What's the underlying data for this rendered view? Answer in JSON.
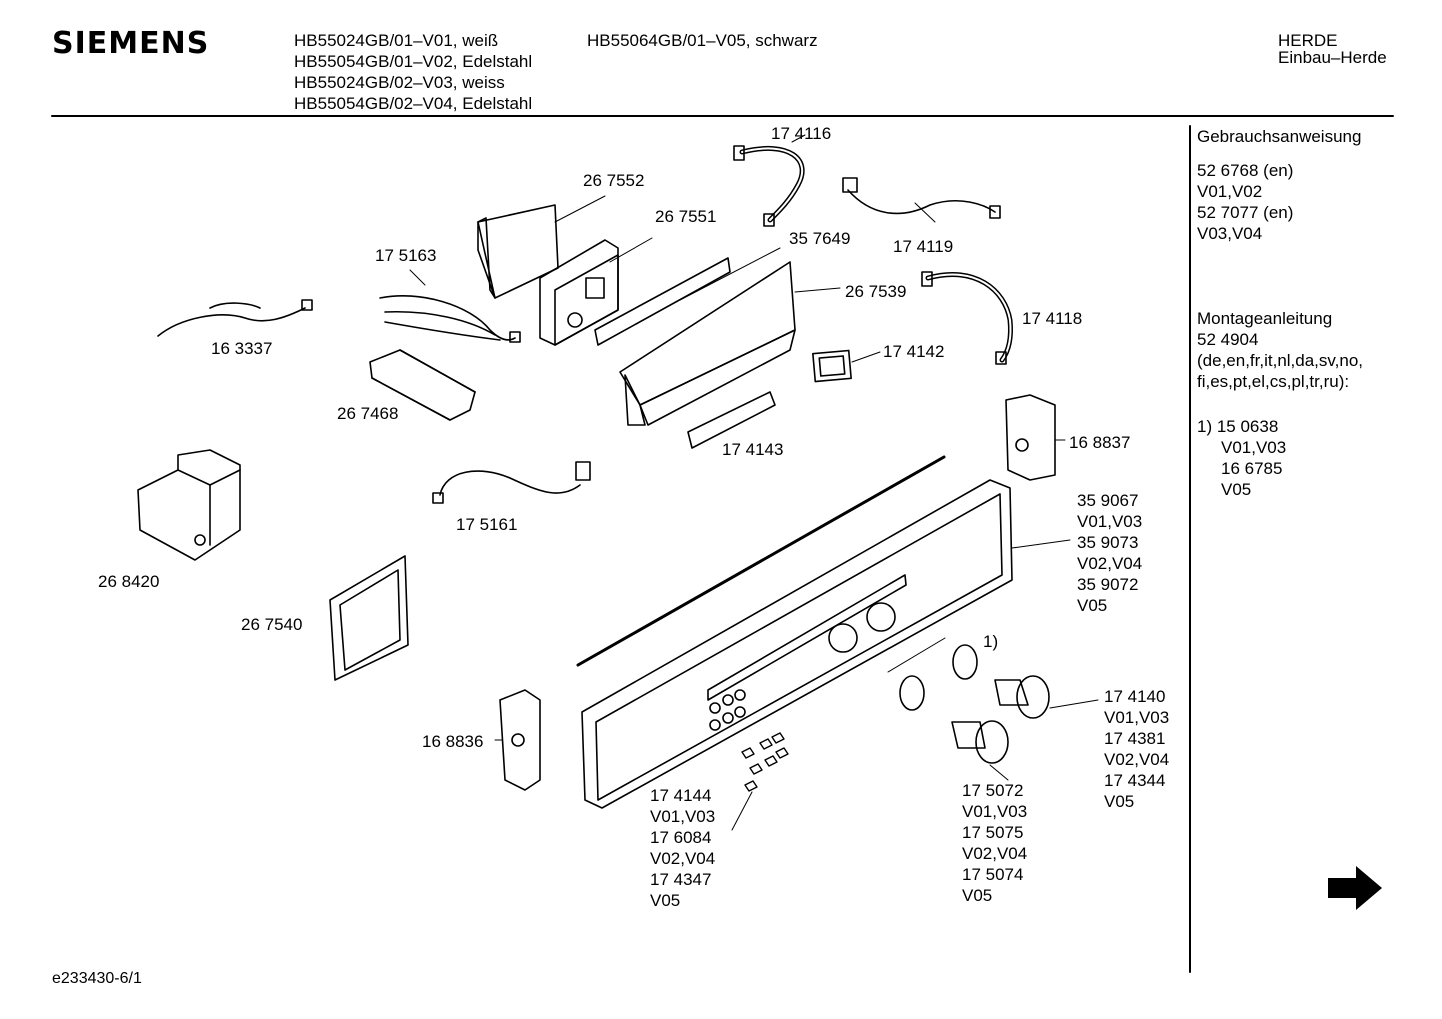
{
  "brand": "SIEMENS",
  "header": {
    "models_col1": [
      "HB55024GB/01–V01, weiß",
      "HB55054GB/01–V02, Edelstahl",
      "HB55024GB/02–V03, weiss",
      "HB55054GB/02–V04, Edelstahl"
    ],
    "models_col2": [
      "HB55064GB/01–V05, schwarz"
    ],
    "category": "HERDE",
    "subcategory": "Einbau–Herde"
  },
  "sidebar": {
    "manual_title": "Gebrauchsanweisung",
    "manual_lines": [
      "52 6768 (en)",
      "V01,V02",
      "52 7077 (en)",
      "V03,V04"
    ],
    "assembly_title": "Montageanleitung",
    "assembly_lines": [
      "52 4904",
      "(de,en,fr,it,nl,da,sv,no,",
      "fi,es,pt,el,cs,pl,tr,ru):"
    ],
    "note_lines": [
      "1)  15 0638",
      "V01,V03",
      "16 6785",
      "V05"
    ]
  },
  "parts": {
    "p174116": "17 4116",
    "p267552": "26 7552",
    "p267551": "26 7551",
    "p357649": "35 7649",
    "p174119": "17 4119",
    "p175163": "17 5163",
    "p267539": "26 7539",
    "p174118": "17 4118",
    "p163337": "16 3337",
    "p174142": "17 4142",
    "p267468": "26 7468",
    "p168837": "16 8837",
    "p174143": "17 4143",
    "p175161": "17 5161",
    "p268420": "26 8420",
    "p267540": "26 7540",
    "p168836": "16 8836",
    "note_marker": "1)",
    "panel_lines": [
      "35 9067",
      "V01,V03",
      "35 9073",
      "V02,V04",
      "35 9072",
      "V05"
    ],
    "knob_lines": [
      "17 4140",
      "V01,V03",
      "17 4381",
      "V02,V04",
      "17 4344",
      "V05"
    ],
    "screw_lines": [
      "17 4144",
      "V01,V03",
      "17 6084",
      "V02,V04",
      "17 4347",
      "V05"
    ],
    "knob2_lines": [
      "17 5072",
      "V01,V03",
      "17 5075",
      "V02,V04",
      "17 5074",
      "V05"
    ]
  },
  "footer": {
    "doc_id": "e233430-6/1"
  },
  "icons": {
    "next": "arrow-right-icon"
  }
}
